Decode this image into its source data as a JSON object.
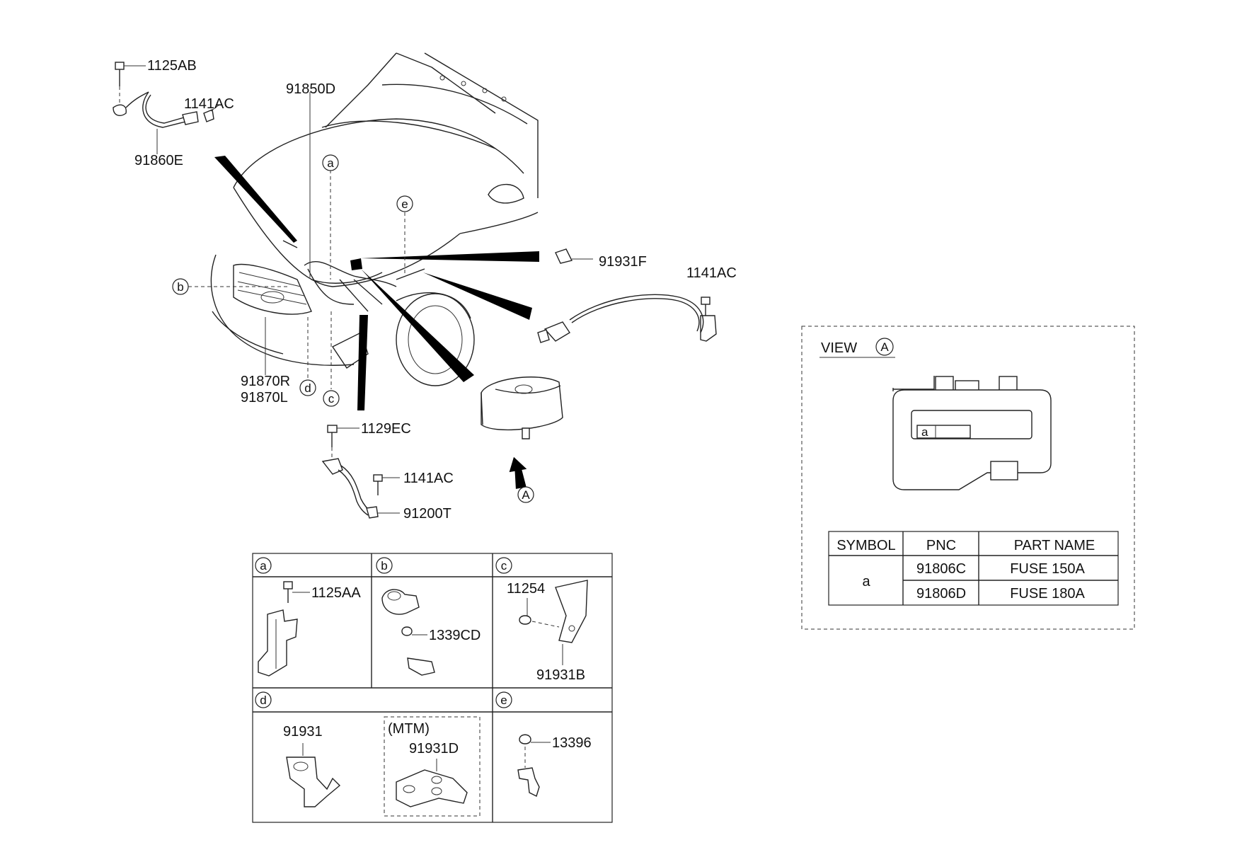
{
  "callouts": {
    "p1125AB": "1125AB",
    "p1141AC_top": "1141AC",
    "p91860E": "91860E",
    "p91850D": "91850D",
    "p91931F": "91931F",
    "p1141AC_right": "1141AC",
    "p91870R": "91870R",
    "p91870L": "91870L",
    "p1129EC": "1129EC",
    "p1141AC_low": "1141AC",
    "p91200T": "91200T"
  },
  "circle_letters": {
    "a": "a",
    "b": "b",
    "c": "c",
    "d": "d",
    "e": "e",
    "A": "A"
  },
  "detail_grid": {
    "a": {
      "letter": "a",
      "part": "1125AA"
    },
    "b": {
      "letter": "b",
      "part": "1339CD"
    },
    "c": {
      "letter": "c",
      "part_top": "11254",
      "part_bottom": "91931B"
    },
    "d": {
      "letter": "d",
      "part": "91931",
      "mtm_label": "(MTM)",
      "mtm_part": "91931D"
    },
    "e": {
      "letter": "e",
      "part": "13396"
    }
  },
  "view_panel": {
    "title": "VIEW",
    "title_letter": "A",
    "fuse_slot_label": "a",
    "table": {
      "headers": [
        "SYMBOL",
        "PNC",
        "PART NAME"
      ],
      "symbol": "a",
      "rows": [
        {
          "pnc": "91806C",
          "name": "FUSE 150A"
        },
        {
          "pnc": "91806D",
          "name": "FUSE 180A"
        }
      ]
    }
  }
}
